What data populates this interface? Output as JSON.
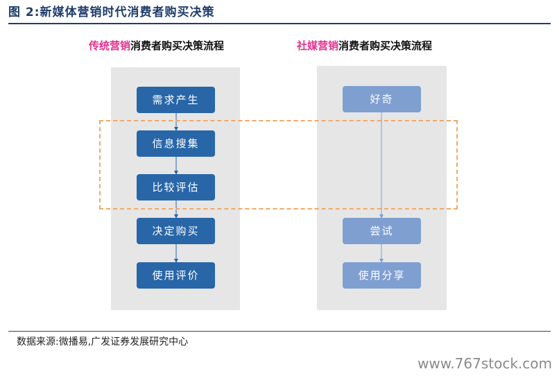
{
  "figure": {
    "title": "图 2:新媒体营销时代消费者购买决策"
  },
  "left_column": {
    "heading_highlight": "传统营销",
    "heading_rest": "消费者购买决策流程",
    "stages": [
      "需求产生",
      "信息搜集",
      "比较评估",
      "决定购买",
      "使用评价"
    ]
  },
  "right_column": {
    "heading_highlight": "社媒营销",
    "heading_rest": "消费者购买决策流程",
    "stages": [
      "好奇",
      "尝试",
      "使用分享"
    ]
  },
  "colors": {
    "highlight": "#e2338e",
    "traditional_box": "#2866a8",
    "social_box": "#7f9fd1",
    "dashed_frame": "#f2a865",
    "panel": "#e6e6e6"
  },
  "footer": {
    "source": "数据来源:微播易,广发证券发展研究中心",
    "watermark": "www.767stock.com"
  }
}
